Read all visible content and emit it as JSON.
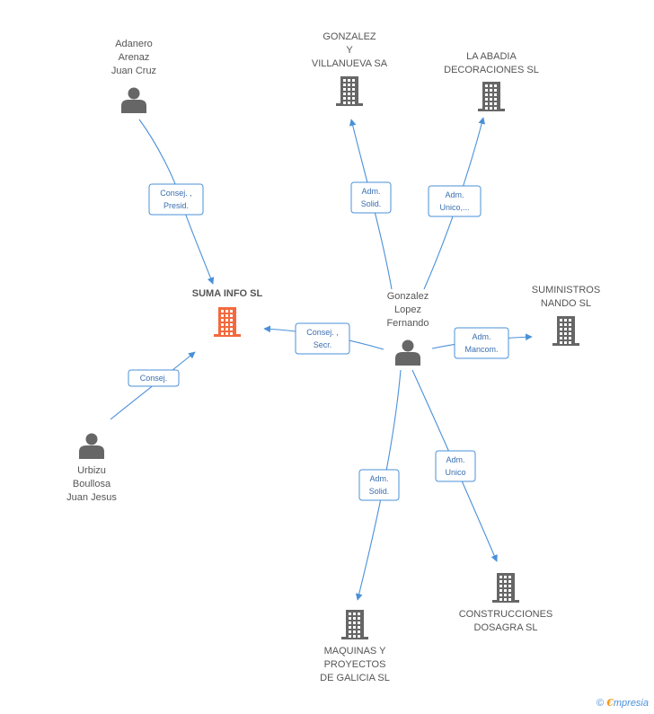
{
  "colors": {
    "edge": "#4a90d9",
    "icon": "#666666",
    "focus_icon": "#f26a3d",
    "label": "#555555"
  },
  "nodes": {
    "adanero": {
      "type": "person",
      "label": [
        "Adanero",
        "Arenaz",
        "Juan Cruz"
      ]
    },
    "gonzalez_villanueva": {
      "type": "company",
      "label": [
        "GONZALEZ",
        "Y",
        "VILLANUEVA SA"
      ]
    },
    "la_abadia": {
      "type": "company",
      "label": [
        "LA ABADIA",
        "DECORACIONES SL"
      ]
    },
    "suma_info": {
      "type": "company",
      "focus": true,
      "label": [
        "SUMA INFO SL"
      ]
    },
    "gonzalez_lopez": {
      "type": "person",
      "label": [
        "Gonzalez",
        "Lopez",
        "Fernando"
      ]
    },
    "suministros_nando": {
      "type": "company",
      "label": [
        "SUMINISTROS",
        "NANDO SL"
      ]
    },
    "urbizu": {
      "type": "person",
      "label": [
        "Urbizu",
        "Boullosa",
        "Juan Jesus"
      ]
    },
    "construcciones_dosagra": {
      "type": "company",
      "label": [
        "CONSTRUCCIONES",
        "DOSAGRA SL"
      ]
    },
    "maquinas_proyectos": {
      "type": "company",
      "label": [
        "MAQUINAS Y",
        "PROYECTOS",
        "DE GALICIA SL"
      ]
    }
  },
  "edges": [
    {
      "from": "adanero",
      "to": "suma_info",
      "label": [
        "Consej. ,",
        "Presid."
      ]
    },
    {
      "from": "urbizu",
      "to": "suma_info",
      "label": [
        "Consej."
      ]
    },
    {
      "from": "gonzalez_lopez",
      "to": "suma_info",
      "label": [
        "Consej. ,",
        "Secr."
      ]
    },
    {
      "from": "gonzalez_lopez",
      "to": "gonzalez_villanueva",
      "label": [
        "Adm.",
        "Solid."
      ]
    },
    {
      "from": "gonzalez_lopez",
      "to": "la_abadia",
      "label": [
        "Adm.",
        "Unico,..."
      ]
    },
    {
      "from": "gonzalez_lopez",
      "to": "suministros_nando",
      "label": [
        "Adm.",
        "Mancom."
      ]
    },
    {
      "from": "gonzalez_lopez",
      "to": "maquinas_proyectos",
      "label": [
        "Adm.",
        "Solid."
      ]
    },
    {
      "from": "gonzalez_lopez",
      "to": "construcciones_dosagra",
      "label": [
        "Adm.",
        "Unico"
      ]
    }
  ],
  "footer": {
    "copyright": "©",
    "brand_initial": "€",
    "brand_rest": "mpresia"
  }
}
